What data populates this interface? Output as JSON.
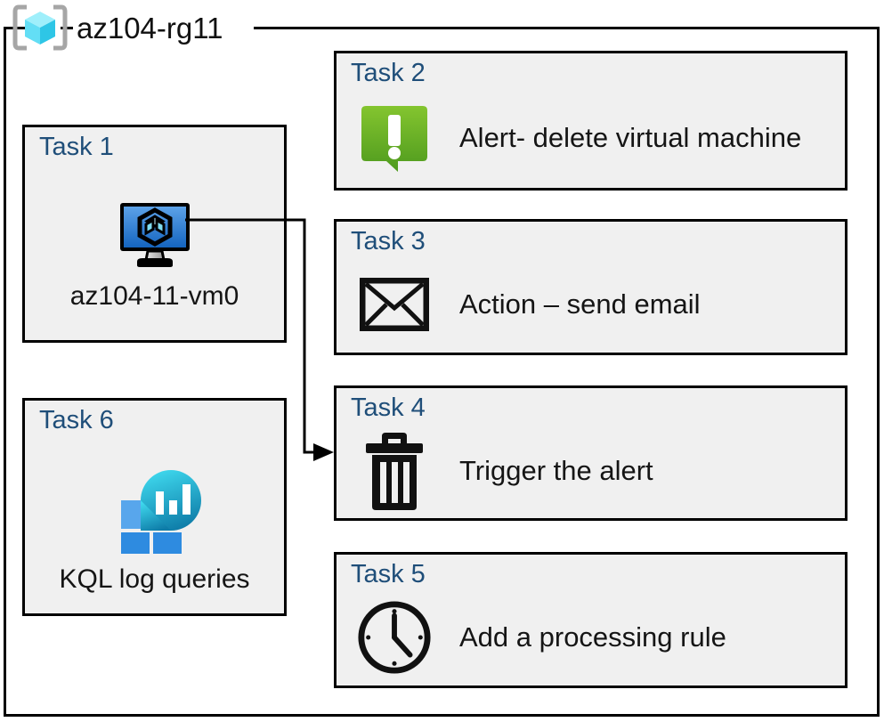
{
  "diagram": {
    "container": {
      "title": "az104-rg11",
      "icon": "azure-resource-group-icon"
    },
    "boxes": [
      {
        "id": "task-1",
        "label": "Task 1",
        "title": "az104-11-vm0",
        "icon": "virtual-machine-icon",
        "layout": "tall"
      },
      {
        "id": "task-6",
        "label": "Task 6",
        "title": "KQL log queries",
        "icon": "log-analytics-icon",
        "layout": "tall"
      },
      {
        "id": "task-2",
        "label": "Task 2",
        "title": "Alert- delete virtual machine",
        "icon": "alert-exclamation-icon",
        "layout": "wide"
      },
      {
        "id": "task-3",
        "label": "Task 3",
        "title": "Action – send email",
        "icon": "envelope-icon",
        "layout": "wide"
      },
      {
        "id": "task-4",
        "label": "Task 4",
        "title": "Trigger the alert",
        "icon": "trash-delete-icon",
        "layout": "wide"
      },
      {
        "id": "task-5",
        "label": "Task 5",
        "title": "Add a processing rule",
        "icon": "clock-icon",
        "layout": "wide"
      }
    ],
    "connectors": [
      {
        "id": "vm-to-task-4",
        "from": "task-1",
        "to": "task-4",
        "arrow": "end"
      }
    ],
    "colors": {
      "label_blue": "#1F4E79",
      "box_fill": "#F0F0F0",
      "box_border": "#000000",
      "alert_green_light": "#7CBF2E",
      "alert_green_dark": "#4E9A1E",
      "vm_blue_light": "#5CA2E8",
      "vm_blue_dark": "#1565C0",
      "log_teal_light": "#32D0E8",
      "log_teal_dark": "#0F7FA8",
      "log_square_blue": "#2E8BE0",
      "log_square_light_blue": "#58A6EC",
      "rg_cube_cyan": "#5BE1F5",
      "rg_bracket_gray": "#A6A6A6",
      "text_black": "#151515",
      "page_bg": "#FFFFFF"
    }
  }
}
